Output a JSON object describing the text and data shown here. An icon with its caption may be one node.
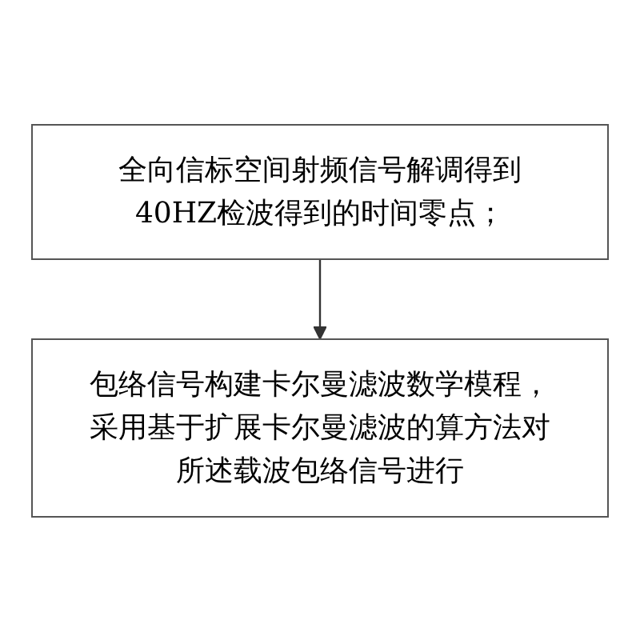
{
  "diagram": {
    "nodes": [
      {
        "text": [
          "全向信标空间射频信号解调得到40HZ检波得到的时间零点；"
        ]
      },
      {
        "text": [
          "包络信号构建卡尔曼滤波数学模程，采用基于扩展卡尔曼滤波的算方法对所述载波包络信号进行"
        ]
      }
    ],
    "edges": [
      {
        "from": 0,
        "to": 1,
        "arrow": "to"
      }
    ]
  }
}
